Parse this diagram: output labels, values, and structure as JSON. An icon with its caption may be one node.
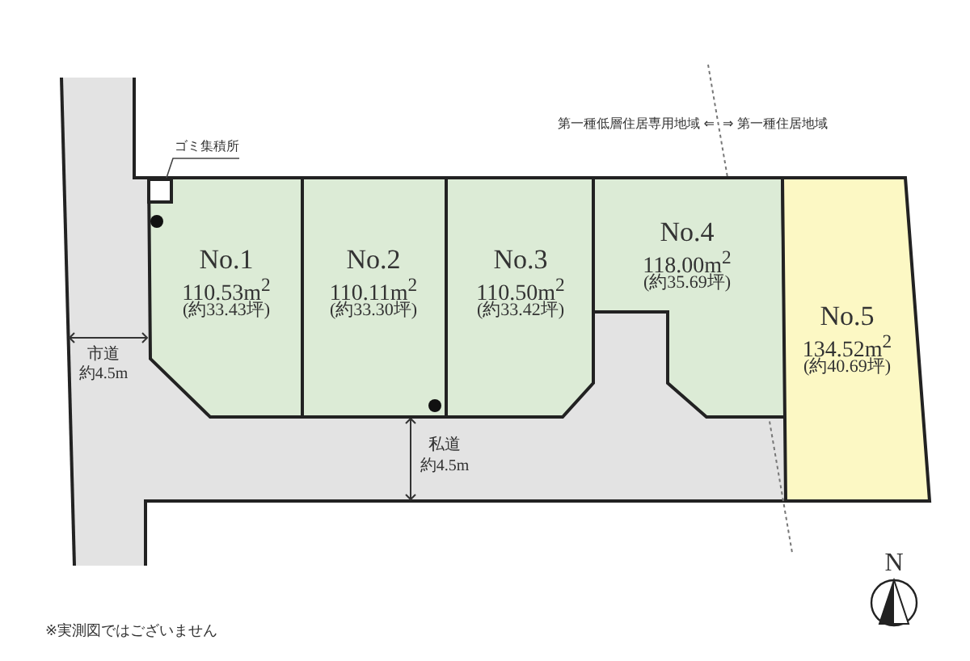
{
  "diagram": {
    "nodes": [
      {
        "text": [
          "No.1",
          "110.53m$^{2}$",
          "(約33.43坪)"
        ]
      },
      {
        "text": [
          "No.2",
          "110.11m$^{2}$",
          "(約33.30坪)"
        ]
      },
      {
        "text": [
          "No.3",
          "110.50m$^{2}$",
          "(約33.42坪)"
        ]
      },
      {
        "text": [
          "No.4",
          "118.00m$^{2}$",
          "(約35.69坪)"
        ]
      },
      {
        "text": [
          "No.5",
          "134.52m$^{2}$",
          "(約40.69坪)"
        ]
      },
      {
        "text": [
          "ゴミ集積所"
        ]
      },
      {
        "text": [],
        "shape": "box",
        "in": 0
      }
    ],
    "edges": [
      {
        "from": 5,
        "to": 6,
        "arrow": "none"
      }
    ],
    "labels": [
      "第一種低層住居専用地域 ⇐",
      "⇒ 第一種住居地域",
      "市道",
      "約4.5m",
      "私道",
      "約4.5m",
      "N",
      "※実測図ではございません"
    ]
  }
}
